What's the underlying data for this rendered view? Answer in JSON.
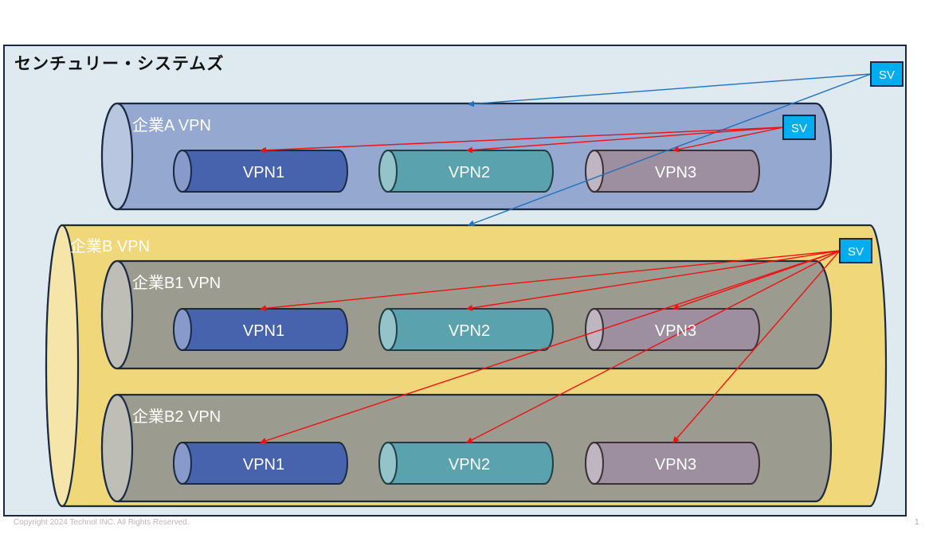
{
  "title": "センチュリー・システムズ",
  "footer": {
    "copyright": "Copyright 2024 Technol INC. All Rights Reserved.",
    "page": "1"
  },
  "colors": {
    "frame_bg": "#deeaf0",
    "frame_border": "#1b2a44",
    "companyA": "#94a8d0",
    "companyB": "#efd77a",
    "subgroup": "#9b9b8f",
    "vpn1": "#4863ad",
    "vpn2": "#5aa3ae",
    "vpn3": "#9d8f9f",
    "sv": "#00aeef",
    "arrow_red": "#ee1111",
    "arrow_blue": "#1f72c0"
  },
  "servers": {
    "top": "SV",
    "companyA": "SV",
    "companyB": "SV"
  },
  "groups": {
    "companyA": {
      "label": "企業A VPN",
      "vpns": [
        "VPN1",
        "VPN2",
        "VPN3"
      ]
    },
    "companyB": {
      "label": "企業B VPN",
      "sub": [
        {
          "label": "企業B1 VPN",
          "vpns": [
            "VPN1",
            "VPN2",
            "VPN3"
          ]
        },
        {
          "label": "企業B2 VPN",
          "vpns": [
            "VPN1",
            "VPN2",
            "VPN3"
          ]
        }
      ]
    }
  }
}
